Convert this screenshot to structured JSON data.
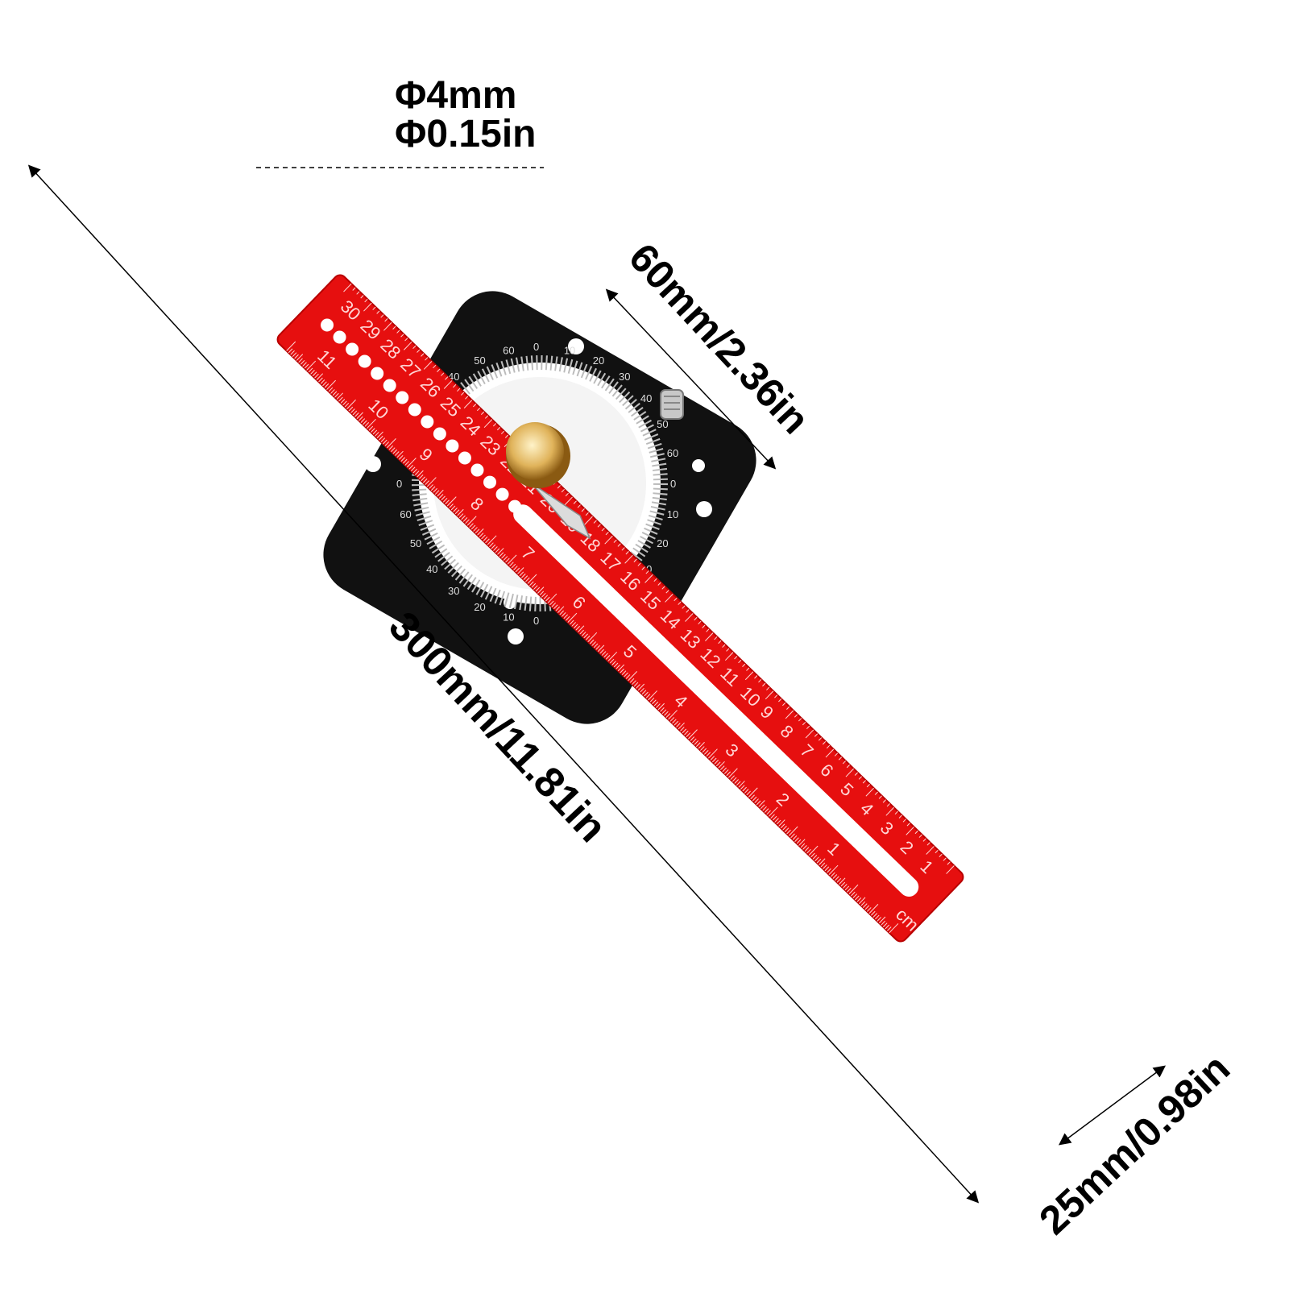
{
  "annotations": {
    "hole_diameter_mm": "Φ4mm",
    "hole_diameter_in": "Φ0.15in",
    "length": "300mm/11.81in",
    "base_width": "60mm/2.36in",
    "ruler_width": "25mm/0.98in"
  },
  "ruler": {
    "hole_numbers": [
      "30",
      "29",
      "28",
      "27",
      "26",
      "25",
      "24",
      "23",
      "22",
      "21",
      "20",
      "19",
      "18",
      "17",
      "16",
      "15",
      "14",
      "13",
      "12",
      "11",
      "10",
      "9",
      "8",
      "7",
      "6",
      "5",
      "4",
      "3",
      "2",
      "1"
    ],
    "inch_numbers": [
      "1",
      "2",
      "3",
      "4",
      "5",
      "6",
      "7",
      "8",
      "9",
      "10",
      "11"
    ],
    "unit_cm": "cm"
  },
  "protractor": {
    "scale": [
      "0",
      "10",
      "20",
      "30",
      "40",
      "50",
      "60"
    ]
  },
  "colors": {
    "ruler": "#e60f0f",
    "ruler_edge": "#b80000",
    "base": "#111111",
    "knob": "#d9a84a"
  }
}
